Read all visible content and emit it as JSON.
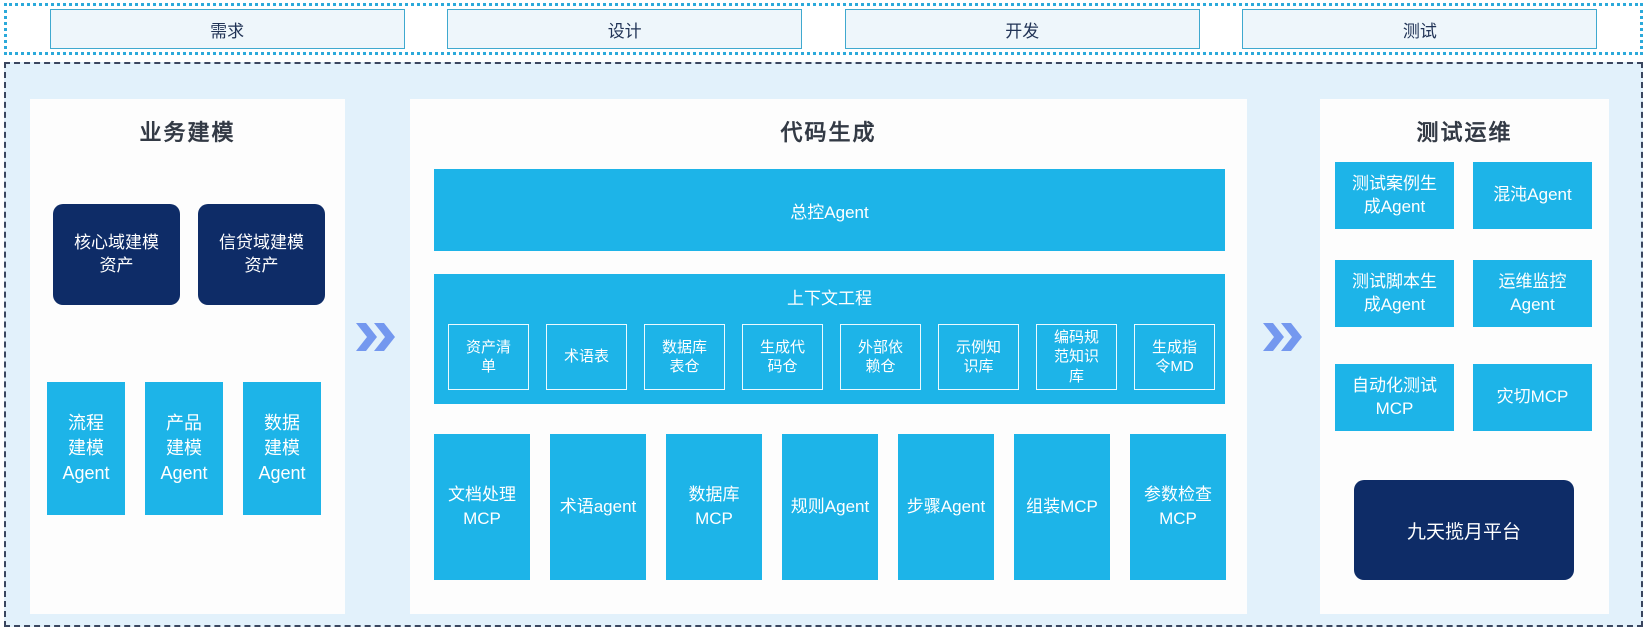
{
  "colors": {
    "cyan_box": "#1db4e8",
    "navy_box": "#0e2c67",
    "arrow_blue": "#7498ef",
    "container_bg": "#e2f1fb",
    "stage_bg": "#eef6fb",
    "stage_border": "#3fa9cf",
    "topbar_border": "#2ba9da",
    "main_border": "#3a465f",
    "title_text": "#333a45"
  },
  "top_bar": {
    "stages": [
      {
        "label": "需求"
      },
      {
        "label": "设计"
      },
      {
        "label": "开发"
      },
      {
        "label": "测试"
      }
    ]
  },
  "business_modeling": {
    "title": "业务建模",
    "asset_boxes": [
      {
        "label": "核心域建模\n资产"
      },
      {
        "label": "信贷域建模\n资产"
      }
    ],
    "agent_boxes": [
      {
        "label": "流程\n建模\nAgent"
      },
      {
        "label": "产品\n建模\nAgent"
      },
      {
        "label": "数据\n建模\nAgent"
      }
    ]
  },
  "code_generation": {
    "title": "代码生成",
    "master_agent": "总控Agent",
    "context_engineering": {
      "title": "上下文工程",
      "items": [
        {
          "label": "资产清\n单"
        },
        {
          "label": "术语表"
        },
        {
          "label": "数据库\n表仓"
        },
        {
          "label": "生成代\n码仓"
        },
        {
          "label": "外部依\n赖仓"
        },
        {
          "label": "示例知\n识库"
        },
        {
          "label": "编码规\n范知识\n库"
        },
        {
          "label": "生成指\n令MD"
        }
      ]
    },
    "tool_boxes": [
      {
        "label": "文档处理\nMCP"
      },
      {
        "label": "术语agent"
      },
      {
        "label": "数据库\nMCP"
      },
      {
        "label": "规则Agent"
      },
      {
        "label": "步骤Agent"
      },
      {
        "label": "组装MCP"
      },
      {
        "label": "参数检查\nMCP"
      }
    ]
  },
  "test_ops": {
    "title": "测试运维",
    "boxes": [
      {
        "label": "测试案例生\n成Agent"
      },
      {
        "label": "混沌Agent"
      },
      {
        "label": "测试脚本生\n成Agent"
      },
      {
        "label": "运维监控\nAgent"
      },
      {
        "label": "自动化测试\nMCP"
      },
      {
        "label": "灾切MCP"
      }
    ],
    "platform": {
      "label": "九天揽月平台"
    }
  }
}
